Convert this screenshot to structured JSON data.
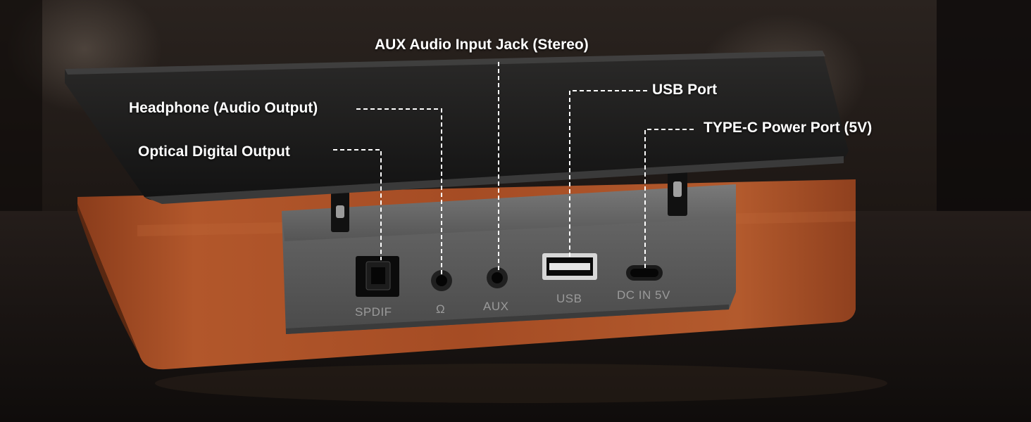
{
  "callouts": {
    "aux": "AUX Audio Input Jack (Stereo)",
    "headphone": "Headphone (Audio Output)",
    "usb": "USB Port",
    "typec": "TYPE-C Power Port (5V)",
    "optical": "Optical Digital Output"
  },
  "panel_prints": {
    "spdif": "SPDIF",
    "headphone_symbol": "Ω",
    "aux": "AUX",
    "usb": "USB",
    "dc_in": "DC IN 5V"
  },
  "colors": {
    "background": "#1c1613",
    "wood": "#a24a22",
    "glass": "#1a1a1a",
    "panel": "#5a5a5a",
    "label_text": "#ffffff",
    "leader_line": "#ffffff"
  }
}
